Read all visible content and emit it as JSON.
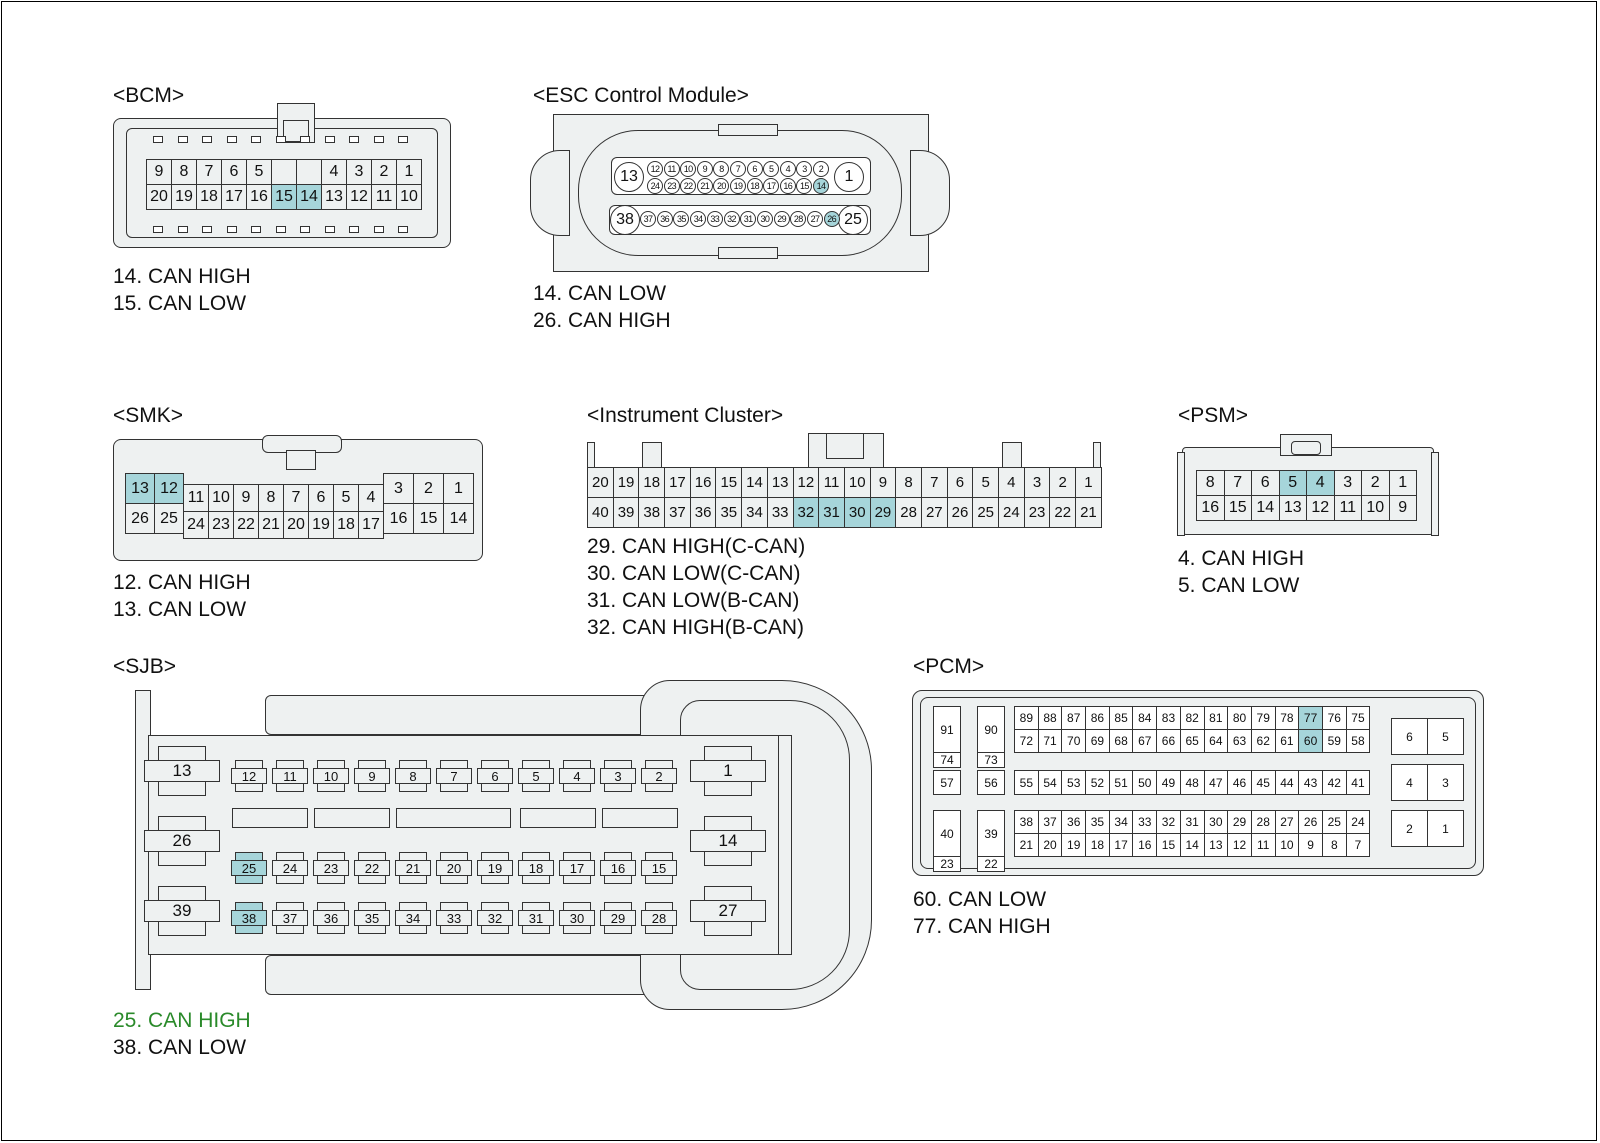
{
  "colors": {
    "highlight": "#a6d5da",
    "highlight_note": "#2a8a2a",
    "body": "#eef1f1"
  },
  "bcm": {
    "title": "<BCM>",
    "row1": [
      "9",
      "8",
      "7",
      "6",
      "5",
      "",
      "",
      "4",
      "3",
      "2",
      "1"
    ],
    "row2": [
      "20",
      "19",
      "18",
      "17",
      "16",
      "15",
      "14",
      "13",
      "12",
      "11",
      "10"
    ],
    "highlight": [
      "15",
      "14"
    ],
    "notes": [
      "14. CAN HIGH",
      "15. CAN LOW"
    ]
  },
  "esc": {
    "title": "<ESC Control Module>",
    "big_left_top": "13",
    "big_right_top": "1",
    "row1": [
      "12",
      "11",
      "10",
      "9",
      "8",
      "7",
      "6",
      "5",
      "4",
      "3",
      "2"
    ],
    "row2": [
      "24",
      "23",
      "22",
      "21",
      "20",
      "19",
      "18",
      "17",
      "16",
      "15",
      "14"
    ],
    "big_left_bottom": "38",
    "big_right_bottom": "25",
    "row3": [
      "37",
      "36",
      "35",
      "34",
      "33",
      "32",
      "31",
      "30",
      "29",
      "28",
      "27",
      "26"
    ],
    "highlight": [
      "14",
      "26"
    ],
    "notes": [
      "14. CAN LOW",
      "26. CAN HIGH"
    ]
  },
  "smk": {
    "title": "<SMK>",
    "left_top": [
      "13",
      "12"
    ],
    "left_bottom": [
      "26",
      "25"
    ],
    "mid_top": [
      "11",
      "10",
      "9",
      "8",
      "7",
      "6",
      "5",
      "4"
    ],
    "mid_bottom": [
      "24",
      "23",
      "22",
      "21",
      "20",
      "19",
      "18",
      "17"
    ],
    "right_top": [
      "3",
      "2",
      "1"
    ],
    "right_bottom": [
      "16",
      "15",
      "14"
    ],
    "highlight": [
      "13",
      "12"
    ],
    "notes": [
      "12. CAN HIGH",
      "13. CAN LOW"
    ]
  },
  "cluster": {
    "title": "<Instrument Cluster>",
    "row1": [
      "20",
      "19",
      "18",
      "17",
      "16",
      "15",
      "14",
      "13",
      "12",
      "11",
      "10",
      "9",
      "8",
      "7",
      "6",
      "5",
      "4",
      "3",
      "2",
      "1"
    ],
    "row2": [
      "40",
      "39",
      "38",
      "37",
      "36",
      "35",
      "34",
      "33",
      "32",
      "31",
      "30",
      "29",
      "28",
      "27",
      "26",
      "25",
      "24",
      "23",
      "22",
      "21"
    ],
    "highlight": [
      "32",
      "31",
      "30",
      "29"
    ],
    "notes": [
      "29. CAN HIGH(C-CAN)",
      "30. CAN LOW(C-CAN)",
      "31. CAN LOW(B-CAN)",
      "32. CAN HIGH(B-CAN)"
    ]
  },
  "psm": {
    "title": "<PSM>",
    "row1": [
      "8",
      "7",
      "6",
      "5",
      "4",
      "3",
      "2",
      "1"
    ],
    "row2": [
      "16",
      "15",
      "14",
      "13",
      "12",
      "11",
      "10",
      "9"
    ],
    "highlight": [
      "5",
      "4"
    ],
    "notes": [
      "4. CAN HIGH",
      "5. CAN LOW"
    ]
  },
  "sjb": {
    "title": "<SJB>",
    "row1": [
      "12",
      "11",
      "10",
      "9",
      "8",
      "7",
      "6",
      "5",
      "4",
      "3",
      "2"
    ],
    "row2": [
      "25",
      "24",
      "23",
      "22",
      "21",
      "20",
      "19",
      "18",
      "17",
      "16",
      "15"
    ],
    "row3": [
      "38",
      "37",
      "36",
      "35",
      "34",
      "33",
      "32",
      "31",
      "30",
      "29",
      "28"
    ],
    "left_cav": [
      "13",
      "26",
      "39"
    ],
    "right_cav": [
      "1",
      "14",
      "27"
    ],
    "highlight": [
      "25",
      "38"
    ],
    "notes": [
      "25. CAN HIGH",
      "38. CAN LOW"
    ]
  },
  "pcm": {
    "title": "<PCM>",
    "col_a": [
      [
        "91",
        "74"
      ],
      [
        "57"
      ],
      [
        "40",
        "23"
      ]
    ],
    "col_b": [
      [
        "90",
        "73"
      ],
      [
        "56"
      ],
      [
        "39",
        "22"
      ]
    ],
    "main_top1": [
      "89",
      "88",
      "87",
      "86",
      "85",
      "84",
      "83",
      "82",
      "81",
      "80",
      "79",
      "78",
      "77",
      "76",
      "75"
    ],
    "main_top2": [
      "72",
      "71",
      "70",
      "69",
      "68",
      "67",
      "66",
      "65",
      "64",
      "63",
      "62",
      "61",
      "60",
      "59",
      "58"
    ],
    "main_mid": [
      "55",
      "54",
      "53",
      "52",
      "51",
      "50",
      "49",
      "48",
      "47",
      "46",
      "45",
      "44",
      "43",
      "42",
      "41"
    ],
    "main_bot1": [
      "38",
      "37",
      "36",
      "35",
      "34",
      "33",
      "32",
      "31",
      "30",
      "29",
      "28",
      "27",
      "26",
      "25",
      "24"
    ],
    "main_bot2": [
      "21",
      "20",
      "19",
      "18",
      "17",
      "16",
      "15",
      "14",
      "13",
      "12",
      "11",
      "10",
      "9",
      "8",
      "7"
    ],
    "right_blocks": [
      [
        "6",
        "5"
      ],
      [
        "4",
        "3"
      ],
      [
        "2",
        "1"
      ]
    ],
    "highlight": [
      "77",
      "60"
    ],
    "notes": [
      "60. CAN LOW",
      "77. CAN HIGH"
    ]
  }
}
